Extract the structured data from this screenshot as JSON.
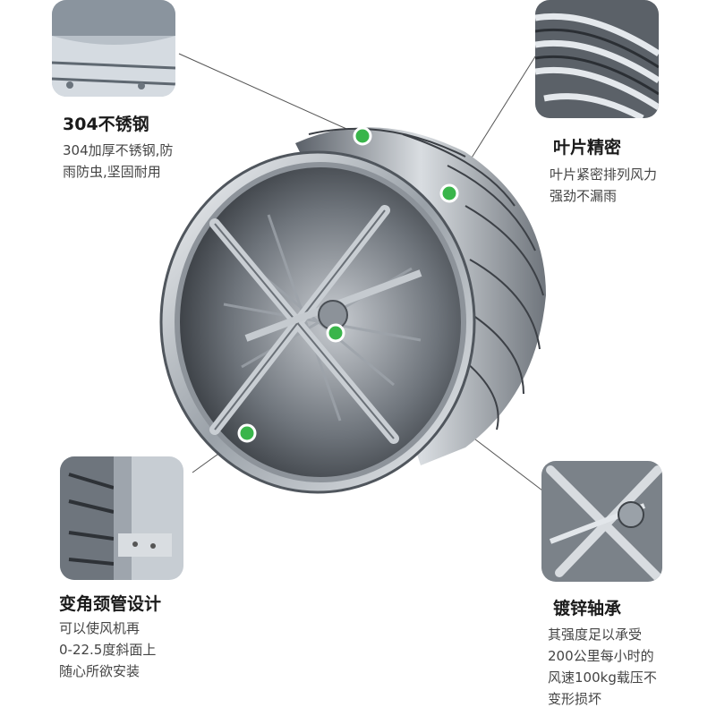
{
  "features": {
    "steel": {
      "title": "304不锈钢",
      "desc": [
        "304加厚不锈钢,防",
        "雨防虫,坚固耐用"
      ]
    },
    "blades": {
      "title": "叶片精密",
      "desc": [
        "叶片紧密排列风力",
        "强劲不漏雨"
      ]
    },
    "neck": {
      "title": "变角颈管设计",
      "desc": [
        "可以使风机再",
        "0-22.5度斜面上",
        "随心所欲安装"
      ]
    },
    "bearing": {
      "title": "镀锌轴承",
      "desc": [
        "其强度足以承受",
        "200公里每小时的",
        "风速100kg载压不",
        "变形损坏"
      ]
    }
  },
  "colors": {
    "marker": "#39b54a",
    "leader": "#555555",
    "steel_light": "#e6e9ec",
    "steel_dark": "#3a3e44"
  },
  "icons": {
    "marker": "green-dot-marker"
  }
}
